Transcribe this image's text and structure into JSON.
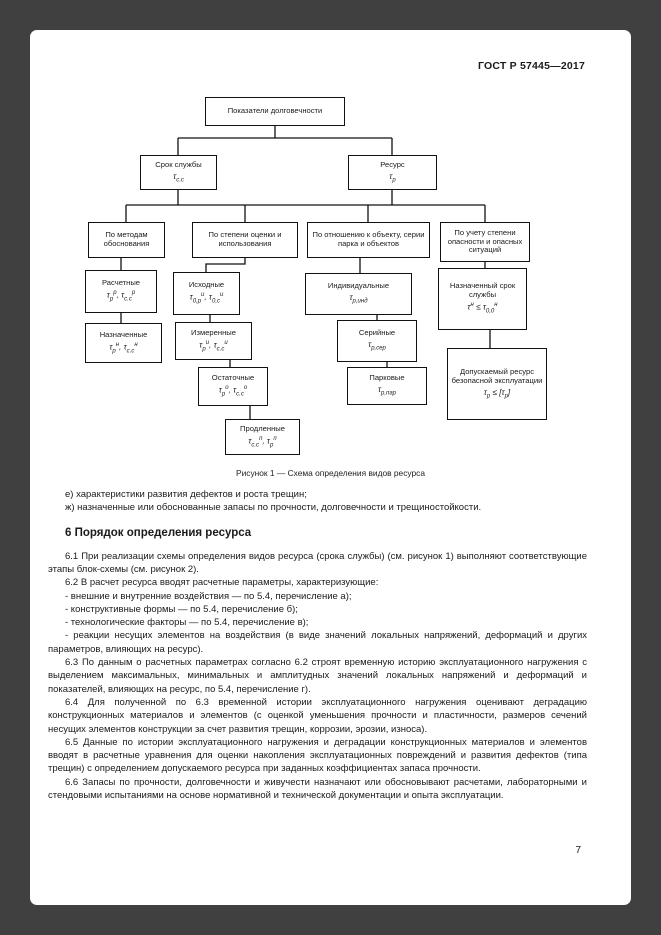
{
  "page": {
    "standard": "ГОСТ Р 57445—2017",
    "number": "7"
  },
  "figure": {
    "caption": "Рисунок 1 — Схема определения видов ресурса",
    "boxes": {
      "top": {
        "label": "Показатели долговечности"
      },
      "srok": {
        "label": "Срок службы",
        "formula": "τ<sub>с.с</sub>"
      },
      "resurs": {
        "label": "Ресурс",
        "formula": "τ<sub>р</sub>"
      },
      "cat_method": {
        "label": "По методам обоснования"
      },
      "cat_degree": {
        "label": "По степени оценки и использования"
      },
      "cat_object": {
        "label": "По отношению к объекту, серии парка и объектов"
      },
      "cat_danger": {
        "label": "По учету степени опасности и опасных ситуаций"
      },
      "raschetnye": {
        "label": "Расчетные",
        "formula": "τ<sub>р</sub><sup>р</sup>, τ<sub>с.с</sub><sup>р</sup>"
      },
      "naznachennye": {
        "label": "Назначенные",
        "formula": "τ<sub>р</sub><sup>н</sup>, τ<sub>с.с</sub><sup>н</sup>"
      },
      "iskhodnye": {
        "label": "Исходные",
        "formula": "τ<sub>0,р</sub><sup>и</sup>, τ<sub>0,с</sub><sup>и</sup>"
      },
      "izmerennye": {
        "label": "Измеренные",
        "formula": "τ<sub>р</sub><sup>и</sup>, τ<sub>с.с</sub><sup>и</sup>"
      },
      "ostatochnye": {
        "label": "Остаточные",
        "formula": "τ<sub>р</sub><sup>о</sup>, τ<sub>с.с</sub><sup>о</sup>"
      },
      "prodlennye": {
        "label": "Продленные",
        "formula": "τ<sub>с.с</sub><sup>п</sup>, τ<sub>р</sub><sup>п</sup>"
      },
      "individualnye": {
        "label": "Индивидуальные",
        "formula": "τ<sub>р,инд</sub>"
      },
      "seriynye": {
        "label": "Серийные",
        "formula": "τ<sub>р,сер</sub>"
      },
      "parkovye": {
        "label": "Парковые",
        "formula": "τ<sub>р,пар</sub>"
      },
      "nazn_srok": {
        "label": "Назначенный срок службы",
        "formula": "τ<sup>н</sup> ≤ τ<sub>0,0</sub><sup>н</sup>"
      },
      "dopusk": {
        "label": "Допускаемый ресурс безопасной эксплуатации",
        "formula": "τ<sub>р</sub> ≤ [τ<sub>р</sub>]"
      }
    }
  },
  "body": {
    "list_e": "е) характеристики развития дефектов и роста трещин;",
    "list_zh": "ж) назначенные или обоснованные запасы по прочности, долговечности и трещиностойкости.",
    "section_heading": "6 Порядок определения ресурса",
    "paragraphs": [
      "6.1 При реализации схемы определения видов ресурса (срока службы) (см. рисунок 1) выполняют соответствующие этапы блок-схемы (см. рисунок 2).",
      "6.2 В расчет ресурса вводят расчетные параметры, характеризующие:",
      "- внешние и внутренние воздействия — по 5.4, перечисление а);",
      "- конструктивные формы — по 5.4, перечисление б);",
      "- технологические факторы — по 5.4, перечисление в);",
      "- реакции несущих элементов на воздействия (в виде значений локальных напряжений, деформаций и других параметров, влияющих на ресурс).",
      "6.3 По данным о расчетных параметрах согласно 6.2 строят временную историю эксплуатационного нагружения с выделением максимальных, минимальных и амплитудных значений локальных напряжений и деформаций и показателей, влияющих на ресурс, по 5.4, перечисление г).",
      "6.4 Для полученной по 6.3 временной истории эксплуатационного нагружения оценивают деградацию конструкционных материалов и элементов (с оценкой уменьшения прочности и пластичности, размеров сечений несущих элементов конструкции за счет развития трещин, коррозии, эрозии, износа).",
      "6.5 Данные по истории эксплуатационного нагружения и деградации конструкционных материалов и элементов вводят в расчетные уравнения для оценки накопления эксплуатационных повреждений и развития дефектов (типа трещин) с определением допускаемого ресурса при заданных коэффициентах запаса прочности.",
      "6.6 Запасы по прочности, долговечности и живучести назначают или обосновывают расчетами, лабораторными и стендовыми испытаниями на основе нормативной и технической документации и опыта эксплуатации."
    ]
  }
}
